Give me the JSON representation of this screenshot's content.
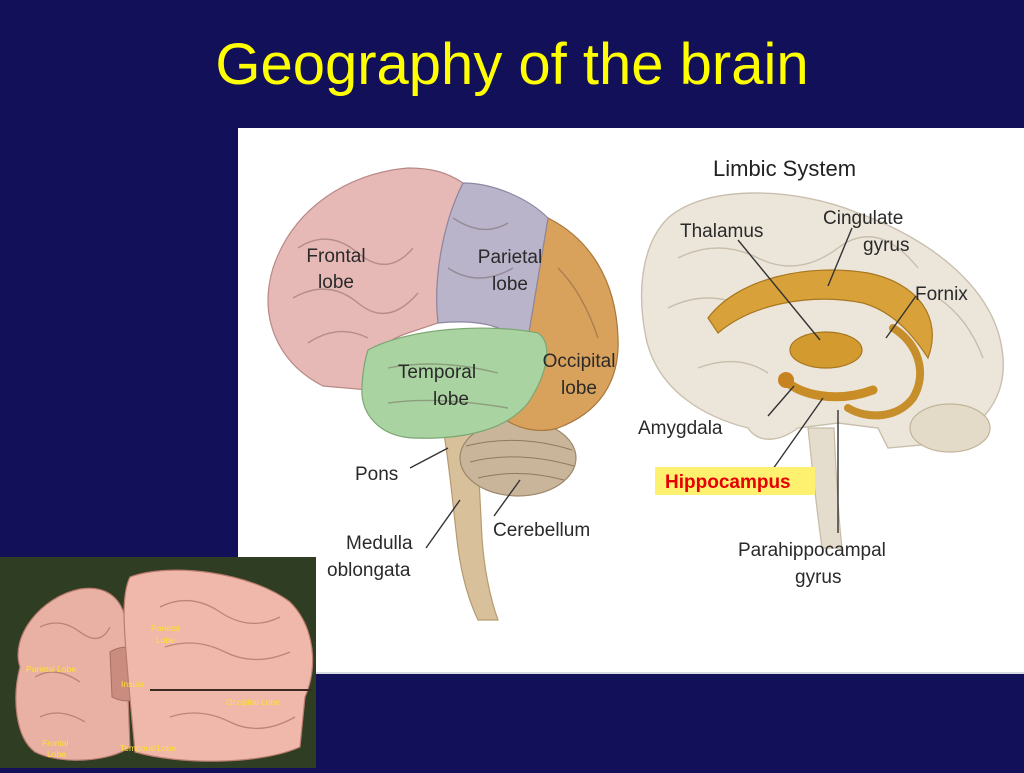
{
  "slide": {
    "title": "Geography of the brain"
  },
  "lobes_diagram": {
    "labels": {
      "frontal_l1": "Frontal",
      "frontal_l2": "lobe",
      "parietal_l1": "Parietal",
      "parietal_l2": "lobe",
      "temporal_l1": "Temporal",
      "temporal_l2": "lobe",
      "occipital_l1": "Occipital",
      "occipital_l2": "lobe",
      "pons": "Pons",
      "medulla_l1": "Medulla",
      "medulla_l2": "oblongata",
      "cerebellum": "Cerebellum"
    },
    "colors": {
      "frontal": "#e6b9b6",
      "parietal": "#b9b4c9",
      "temporal": "#a9d3a0",
      "occipital": "#d9a25c",
      "cerebellum": "#c9b599",
      "brainstem": "#d8c09a"
    }
  },
  "limbic_diagram": {
    "title": "Limbic System",
    "labels": {
      "thalamus": "Thalamus",
      "cingulate_l1": "Cingulate",
      "cingulate_l2": "gyrus",
      "fornix": "Fornix",
      "amygdala": "Amygdala",
      "hippocampus": "Hippocampus",
      "parahippocampal_l1": "Parahippocampal",
      "parahippocampal_l2": "gyrus"
    },
    "colors": {
      "highlight_bg": "#fff170",
      "highlight_text": "#e60000",
      "limbic": "#d8a13a",
      "brain": "#ece6da"
    }
  },
  "model_photo": {
    "labels": {
      "parietal_left": "Parietal Lobe",
      "parietal_top_l1": "Parietal",
      "parietal_top_l2": "Lobe",
      "insula": "Insula",
      "occipital": "Occipital Lobe",
      "frontal_l1": "Frontal",
      "frontal_l2": "Lobe",
      "temporal": "Temporal Lobe"
    }
  }
}
